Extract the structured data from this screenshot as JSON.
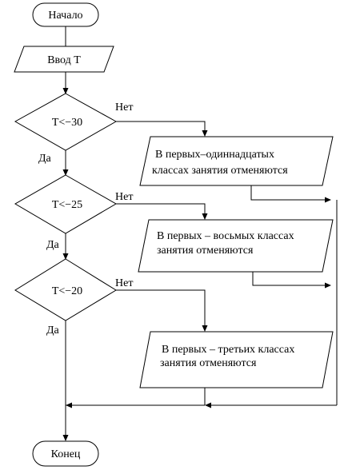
{
  "flowchart": {
    "start": "Начало",
    "input": "Ввод T",
    "conditions": [
      {
        "label": "T<−30",
        "yes": "Да",
        "no": "Нет"
      },
      {
        "label": "T<−25",
        "yes": "Да",
        "no": "Нет"
      },
      {
        "label": "T<−20",
        "yes": "Да",
        "no": "Нет"
      }
    ],
    "outputs": [
      {
        "line1": "В первых–одиннадцатых",
        "line2": "классах занятия отменяются"
      },
      {
        "line1": "В первых – восьмых классах",
        "line2": "занятия отменяются"
      },
      {
        "line1": "В первых – третьих классах",
        "line2": "занятия отменяются"
      }
    ],
    "end": "Конец"
  }
}
